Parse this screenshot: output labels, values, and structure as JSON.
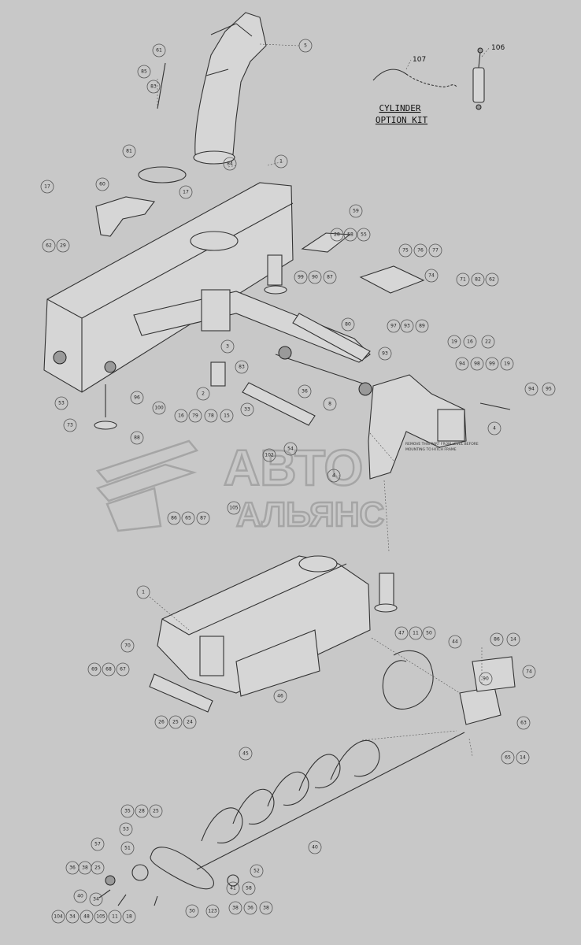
{
  "inset": {
    "title_line1": "CYLINDER",
    "title_line2": "OPTION KIT",
    "part_a": "107",
    "part_b": "106"
  },
  "watermark": {
    "line1": "АВТО",
    "line2": "АЛЬЯНС"
  },
  "note": {
    "line1": "REMOVE THIS PART FROM LEVEL BEFORE",
    "line2": "MOUNTING TO HITCH FRAME"
  },
  "callouts": [
    {
      "text": "5"
    },
    {
      "text": "61"
    },
    {
      "text": "85"
    },
    {
      "text": "83"
    },
    {
      "text": "81"
    },
    {
      "text": "84"
    },
    {
      "text": "1"
    },
    {
      "text": "17"
    },
    {
      "text": "60"
    },
    {
      "text": "17"
    },
    {
      "text": "62"
    },
    {
      "text": "29"
    },
    {
      "text": "59"
    },
    {
      "text": "28"
    },
    {
      "text": "58"
    },
    {
      "text": "55"
    },
    {
      "text": "75"
    },
    {
      "text": "76"
    },
    {
      "text": "77"
    },
    {
      "text": "74"
    },
    {
      "text": "71"
    },
    {
      "text": "82"
    },
    {
      "text": "62"
    },
    {
      "text": "99"
    },
    {
      "text": "90"
    },
    {
      "text": "87"
    },
    {
      "text": "80"
    },
    {
      "text": "97"
    },
    {
      "text": "93"
    },
    {
      "text": "89"
    },
    {
      "text": "93"
    },
    {
      "text": "19"
    },
    {
      "text": "16"
    },
    {
      "text": "22"
    },
    {
      "text": "94"
    },
    {
      "text": "98"
    },
    {
      "text": "99"
    },
    {
      "text": "19"
    },
    {
      "text": "3"
    },
    {
      "text": "83"
    },
    {
      "text": "2"
    },
    {
      "text": "36"
    },
    {
      "text": "8"
    },
    {
      "text": "94"
    },
    {
      "text": "95"
    },
    {
      "text": "4"
    },
    {
      "text": "96"
    },
    {
      "text": "100"
    },
    {
      "text": "53"
    },
    {
      "text": "73"
    },
    {
      "text": "16"
    },
    {
      "text": "79"
    },
    {
      "text": "78"
    },
    {
      "text": "15"
    },
    {
      "text": "33"
    },
    {
      "text": "88"
    },
    {
      "text": "102"
    },
    {
      "text": "54"
    },
    {
      "text": "4"
    },
    {
      "text": "105"
    },
    {
      "text": "86"
    },
    {
      "text": "65"
    },
    {
      "text": "87"
    },
    {
      "text": "1"
    },
    {
      "text": "47"
    },
    {
      "text": "11"
    },
    {
      "text": "50"
    },
    {
      "text": "44"
    },
    {
      "text": "86"
    },
    {
      "text": "14"
    },
    {
      "text": "70"
    },
    {
      "text": "69"
    },
    {
      "text": "68"
    },
    {
      "text": "67"
    },
    {
      "text": "90"
    },
    {
      "text": "74"
    },
    {
      "text": "46"
    },
    {
      "text": "63"
    },
    {
      "text": "26"
    },
    {
      "text": "25"
    },
    {
      "text": "24"
    },
    {
      "text": "65"
    },
    {
      "text": "14"
    },
    {
      "text": "45"
    },
    {
      "text": "35"
    },
    {
      "text": "28"
    },
    {
      "text": "25"
    },
    {
      "text": "53"
    },
    {
      "text": "57"
    },
    {
      "text": "51"
    },
    {
      "text": "36"
    },
    {
      "text": "38"
    },
    {
      "text": "25"
    },
    {
      "text": "52"
    },
    {
      "text": "40"
    },
    {
      "text": "41"
    },
    {
      "text": "58"
    },
    {
      "text": "40"
    },
    {
      "text": "34"
    },
    {
      "text": "30"
    },
    {
      "text": "123"
    },
    {
      "text": "38"
    },
    {
      "text": "36"
    },
    {
      "text": "38"
    },
    {
      "text": "104"
    },
    {
      "text": "34"
    },
    {
      "text": "48"
    },
    {
      "text": "105"
    },
    {
      "text": "11"
    },
    {
      "text": "18"
    }
  ]
}
